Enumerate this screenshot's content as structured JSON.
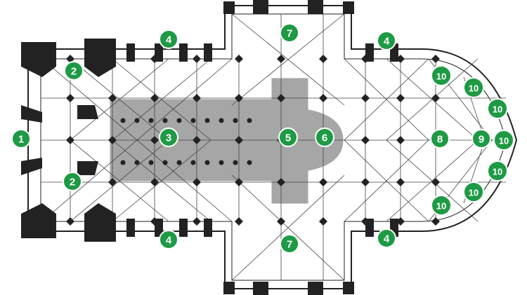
{
  "diagram": {
    "colors": {
      "marker_fill": "#1e9a45",
      "marker_border": "#ffffff",
      "marker_text": "#ffffff",
      "nave_fill": "#a6a6a6",
      "structure": "#222222",
      "vault_lines": "#444444",
      "background": "#ffffff"
    },
    "markers": [
      {
        "id": "m1",
        "label": "1"
      },
      {
        "id": "m2a",
        "label": "2"
      },
      {
        "id": "m2b",
        "label": "2"
      },
      {
        "id": "m3",
        "label": "3"
      },
      {
        "id": "m4a",
        "label": "4"
      },
      {
        "id": "m4b",
        "label": "4"
      },
      {
        "id": "m4c",
        "label": "4"
      },
      {
        "id": "m4d",
        "label": "4"
      },
      {
        "id": "m5",
        "label": "5"
      },
      {
        "id": "m6",
        "label": "6"
      },
      {
        "id": "m7a",
        "label": "7"
      },
      {
        "id": "m7b",
        "label": "7"
      },
      {
        "id": "m8",
        "label": "8"
      },
      {
        "id": "m9",
        "label": "9"
      },
      {
        "id": "m10a",
        "label": "10"
      },
      {
        "id": "m10b",
        "label": "10"
      },
      {
        "id": "m10c",
        "label": "10"
      },
      {
        "id": "m10d",
        "label": "10"
      },
      {
        "id": "m10e",
        "label": "10"
      },
      {
        "id": "m10f",
        "label": "10"
      },
      {
        "id": "m10g",
        "label": "10"
      }
    ]
  }
}
